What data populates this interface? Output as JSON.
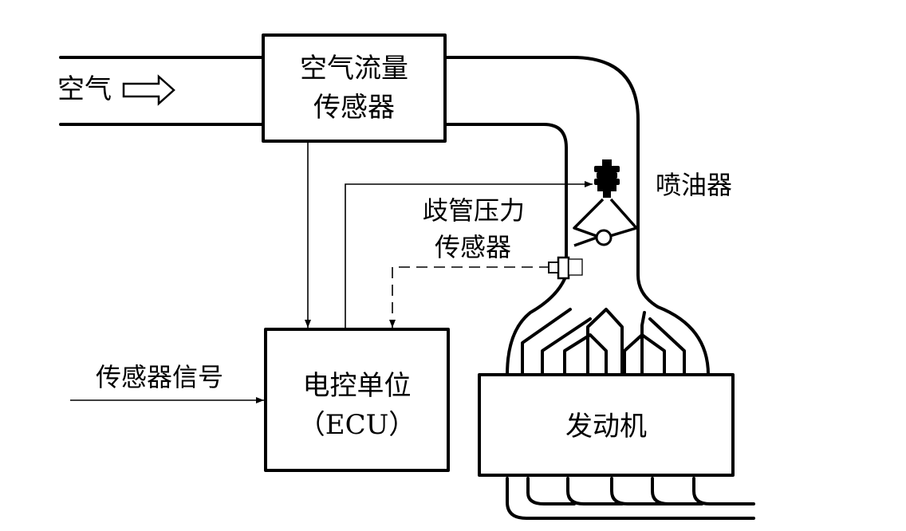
{
  "labels": {
    "air": "空气",
    "maf_line1": "空气流量",
    "maf_line2": "传感器",
    "injector": "喷油器",
    "map_line1": "歧管压力",
    "map_line2": "传感器",
    "sensor_signal": "传感器信号",
    "ecu_line1": "电控单位",
    "ecu_line2": "（ECU）",
    "engine": "发动机"
  }
}
